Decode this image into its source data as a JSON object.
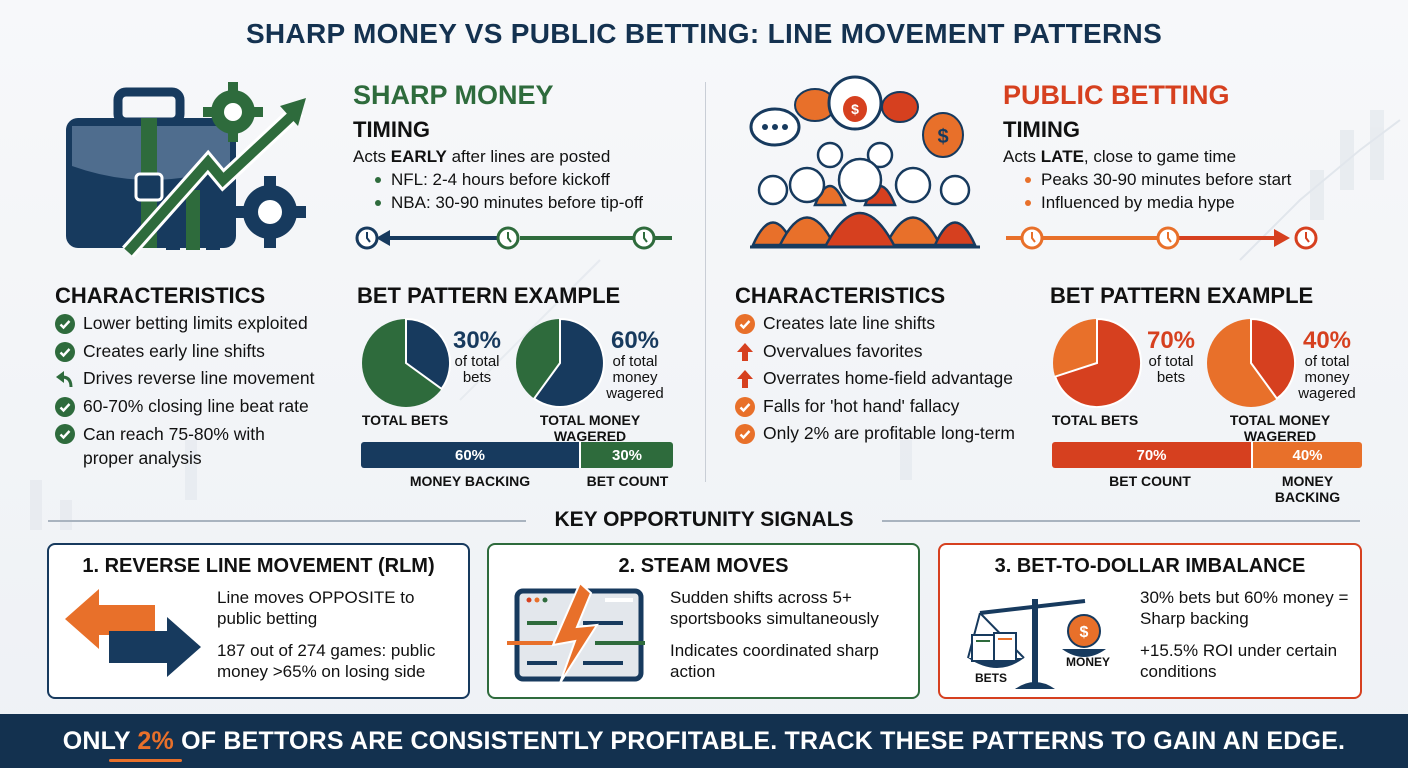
{
  "title": "SHARP MONEY VS PUBLIC BETTING: LINE MOVEMENT PATTERNS",
  "colors": {
    "navy": "#173a5e",
    "green": "#2e6b3c",
    "orange": "#e8702a",
    "red_orange": "#d6401f",
    "footer_bg": "#13314f"
  },
  "sharp": {
    "heading": "SHARP MONEY",
    "icon": "briefcase-growth-gears-icon",
    "timing": {
      "label": "TIMING",
      "intro_pre": "Acts ",
      "intro_bold": "EARLY",
      "intro_post": " after lines are posted",
      "bullets": [
        "NFL: 2-4 hours before kickoff",
        "NBA: 30-90 minutes before tip-off"
      ]
    },
    "characteristics": {
      "label": "CHARACTERISTICS",
      "items": [
        {
          "icon": "check-circle-icon",
          "text": "Lower betting limits exploited"
        },
        {
          "icon": "check-circle-icon",
          "text": "Creates early line shifts"
        },
        {
          "icon": "reverse-arrow-icon",
          "text": "Drives reverse line movement"
        },
        {
          "icon": "check-circle-icon",
          "text": "60-70% closing line beat rate"
        },
        {
          "icon": "check-circle-icon",
          "text": "Can reach 75-80% with proper analysis"
        }
      ]
    },
    "bet_pattern": {
      "label": "BET PATTERN EXAMPLE",
      "pie1": {
        "pct": "30%",
        "sub": "of total bets",
        "label": "TOTAL BETS"
      },
      "pie2": {
        "pct": "60%",
        "sub": "of total money wagered",
        "label": "TOTAL MONEY WAGERED"
      },
      "bar": [
        {
          "value": "60%",
          "label": "MONEY BACKING"
        },
        {
          "value": "30%",
          "label": "BET COUNT"
        }
      ]
    }
  },
  "public": {
    "heading": "PUBLIC BETTING",
    "icon": "crowd-money-bubbles-icon",
    "timing": {
      "label": "TIMING",
      "intro_pre": "Acts ",
      "intro_bold": "LATE",
      "intro_post": ", close to game time",
      "bullets": [
        "Peaks 30-90 minutes before start",
        "Influenced by media hype"
      ]
    },
    "characteristics": {
      "label": "CHARACTERISTICS",
      "items": [
        {
          "icon": "check-circle-icon",
          "text": "Creates late line shifts"
        },
        {
          "icon": "up-arrow-icon",
          "text": "Overvalues favorites"
        },
        {
          "icon": "up-arrow-icon",
          "text": "Overrates home-field advantage"
        },
        {
          "icon": "check-circle-icon",
          "text": "Falls for 'hot hand' fallacy"
        },
        {
          "icon": "check-circle-icon",
          "text": "Only 2% are profitable long-term"
        }
      ]
    },
    "bet_pattern": {
      "label": "BET PATTERN EXAMPLE",
      "pie1": {
        "pct": "70%",
        "sub": "of total bets",
        "label": "TOTAL BETS"
      },
      "pie2": {
        "pct": "40%",
        "sub": "of total money wagered",
        "label": "TOTAL MONEY WAGERED"
      },
      "bar": [
        {
          "value": "70%",
          "label": "BET COUNT"
        },
        {
          "value": "40%",
          "label": "MONEY BACKING"
        }
      ]
    }
  },
  "signals": {
    "heading": "KEY OPPORTUNITY SIGNALS",
    "cards": [
      {
        "title": "1. REVERSE LINE MOVEMENT (RLM)",
        "icon": "opposing-arrows-icon",
        "p1": "Line moves OPPOSITE to public betting",
        "p2": "187 out of 274 games: public money >65% on losing side"
      },
      {
        "title": "2. STEAM MOVES",
        "icon": "browser-lightning-arrows-icon",
        "p1": "Sudden shifts across 5+ sportsbooks simultaneously",
        "p2": "Indicates coordinated sharp action"
      },
      {
        "title": "3. BET-TO-DOLLAR IMBALANCE",
        "icon": "balance-scale-icon",
        "scale_left": "BETS",
        "scale_right": "MONEY",
        "p1": "30% bets but 60% money = Sharp backing",
        "p2": "+15.5% ROI under certain conditions"
      }
    ]
  },
  "footer": {
    "pre": "ONLY ",
    "highlight": "2%",
    "post": " OF BETTORS ARE CONSISTENTLY PROFITABLE. TRACK THESE PATTERNS TO GAIN AN EDGE."
  },
  "chart_data": [
    {
      "type": "pie",
      "title": "TOTAL BETS (Sharp)",
      "categories": [
        "Sharp",
        "Other"
      ],
      "values": [
        30,
        70
      ]
    },
    {
      "type": "pie",
      "title": "TOTAL MONEY WAGERED (Sharp)",
      "categories": [
        "Sharp",
        "Other"
      ],
      "values": [
        60,
        40
      ]
    },
    {
      "type": "bar",
      "title": "Sharp split",
      "categories": [
        "MONEY BACKING",
        "BET COUNT"
      ],
      "values": [
        60,
        30
      ]
    },
    {
      "type": "pie",
      "title": "TOTAL BETS (Public)",
      "categories": [
        "Public",
        "Other"
      ],
      "values": [
        70,
        30
      ]
    },
    {
      "type": "pie",
      "title": "TOTAL MONEY WAGERED (Public)",
      "categories": [
        "Public",
        "Other"
      ],
      "values": [
        40,
        60
      ]
    },
    {
      "type": "bar",
      "title": "Public split",
      "categories": [
        "BET COUNT",
        "MONEY BACKING"
      ],
      "values": [
        70,
        40
      ]
    }
  ]
}
